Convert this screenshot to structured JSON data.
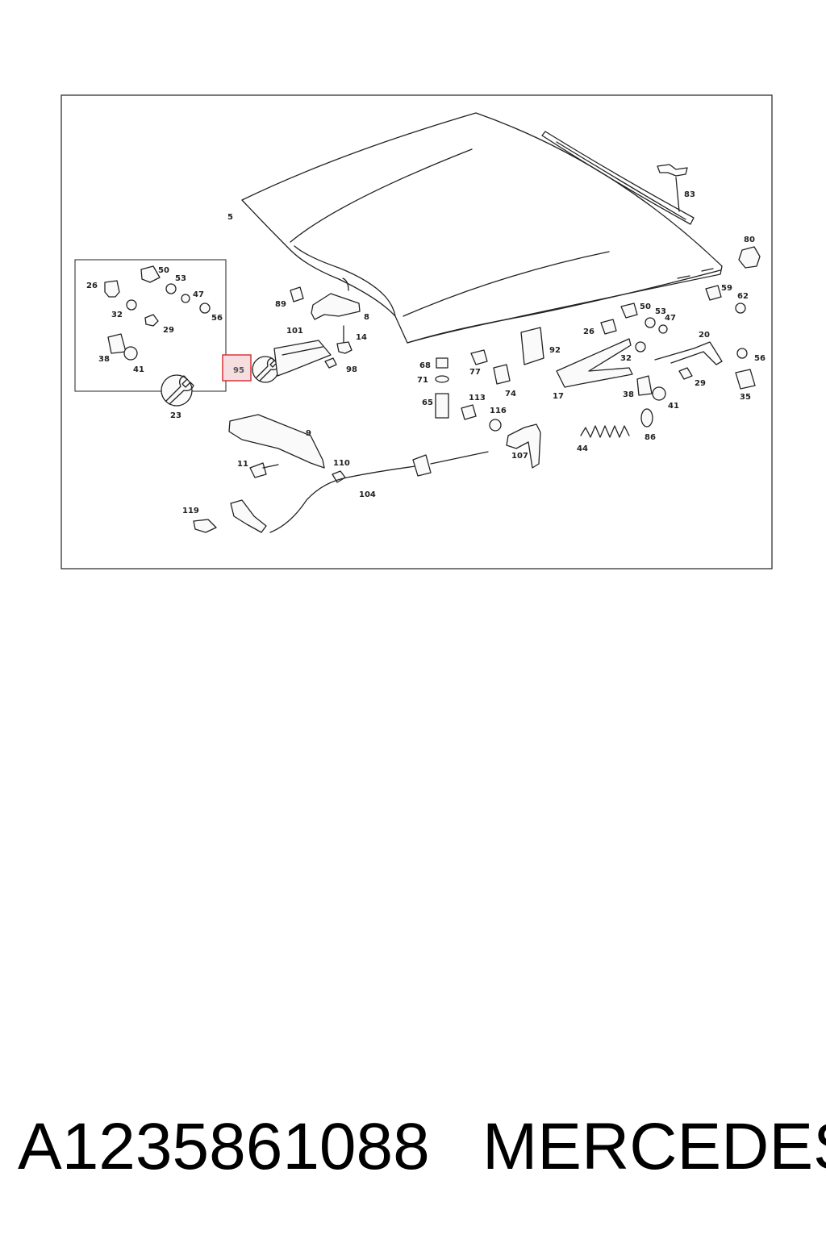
{
  "caption": {
    "part_number": "A1235861088",
    "brand": "MERCEDES"
  },
  "highlighted_label": "95",
  "callouts": [
    {
      "id": "c5",
      "text": "5"
    },
    {
      "id": "c83",
      "text": "83"
    },
    {
      "id": "c80",
      "text": "80"
    },
    {
      "id": "c26a",
      "text": "26"
    },
    {
      "id": "c50a",
      "text": "50"
    },
    {
      "id": "c53a",
      "text": "53"
    },
    {
      "id": "c47a",
      "text": "47"
    },
    {
      "id": "c32a",
      "text": "32"
    },
    {
      "id": "c56a",
      "text": "56"
    },
    {
      "id": "c29a",
      "text": "29"
    },
    {
      "id": "c38a",
      "text": "38"
    },
    {
      "id": "c41a",
      "text": "41"
    },
    {
      "id": "c23",
      "text": "23"
    },
    {
      "id": "c89",
      "text": "89"
    },
    {
      "id": "c8",
      "text": "8"
    },
    {
      "id": "c101",
      "text": "101"
    },
    {
      "id": "c14",
      "text": "14"
    },
    {
      "id": "c98",
      "text": "98"
    },
    {
      "id": "c9",
      "text": "9"
    },
    {
      "id": "c11",
      "text": "11"
    },
    {
      "id": "c110",
      "text": "110"
    },
    {
      "id": "c104",
      "text": "104"
    },
    {
      "id": "c119",
      "text": "119"
    },
    {
      "id": "c68",
      "text": "68"
    },
    {
      "id": "c71",
      "text": "71"
    },
    {
      "id": "c65",
      "text": "65"
    },
    {
      "id": "c77",
      "text": "77"
    },
    {
      "id": "c74",
      "text": "74"
    },
    {
      "id": "c113",
      "text": "113"
    },
    {
      "id": "c116",
      "text": "116"
    },
    {
      "id": "c107",
      "text": "107"
    },
    {
      "id": "c92",
      "text": "92"
    },
    {
      "id": "c17",
      "text": "17"
    },
    {
      "id": "c44",
      "text": "44"
    },
    {
      "id": "c86",
      "text": "86"
    },
    {
      "id": "c26b",
      "text": "26"
    },
    {
      "id": "c50b",
      "text": "50"
    },
    {
      "id": "c53b",
      "text": "53"
    },
    {
      "id": "c47b",
      "text": "47"
    },
    {
      "id": "c32b",
      "text": "32"
    },
    {
      "id": "c38b",
      "text": "38"
    },
    {
      "id": "c41b",
      "text": "41"
    },
    {
      "id": "c59",
      "text": "59"
    },
    {
      "id": "c62",
      "text": "62"
    },
    {
      "id": "c20",
      "text": "20"
    },
    {
      "id": "c56b",
      "text": "56"
    },
    {
      "id": "c29b",
      "text": "29"
    },
    {
      "id": "c35",
      "text": "35"
    }
  ],
  "colors": {
    "frame": "#222222",
    "highlight_border": "#d9343b",
    "highlight_fill": "#f6dde0"
  }
}
